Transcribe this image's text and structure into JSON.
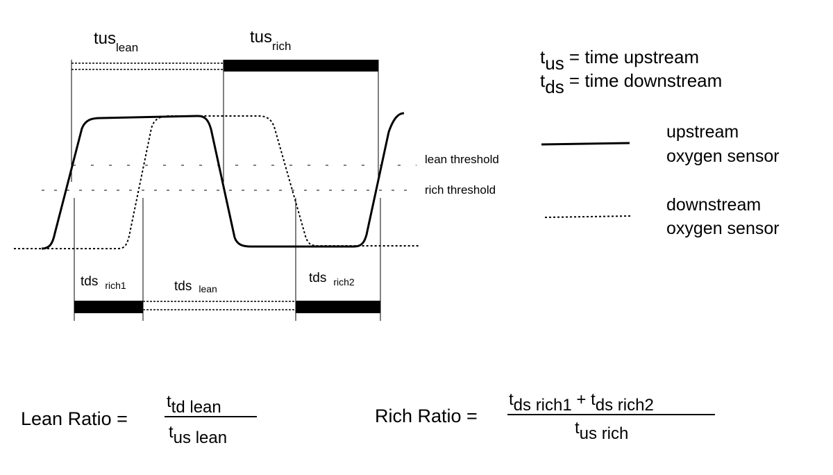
{
  "labels": {
    "tus_lean": {
      "main": "tus",
      "sub": "lean"
    },
    "tus_rich": {
      "main": "tus",
      "sub": "rich"
    },
    "tds_rich1": {
      "main": "tds",
      "sub": "rich1"
    },
    "tds_lean": {
      "main": "tds",
      "sub": "lean"
    },
    "tds_rich2": {
      "main": "tds",
      "sub": "rich2"
    }
  },
  "thresholds": {
    "lean": "lean threshold",
    "rich": "rich threshold"
  },
  "definitions": {
    "tus": {
      "main": "t",
      "sub": "us",
      "text": " = time upstream"
    },
    "tds": {
      "main": "t",
      "sub": "ds",
      "text": " = time downstream"
    }
  },
  "legend": {
    "upstream_line1": "upstream",
    "upstream_line2": "oxygen sensor",
    "downstream_line1": "downstream",
    "downstream_line2": "oxygen sensor"
  },
  "formulas": {
    "lean": {
      "label": "Lean Ratio =",
      "num_t": "t",
      "num_sub": "td lean",
      "den_t": "t",
      "den_sub": "us lean"
    },
    "rich": {
      "label": "Rich Ratio =",
      "num_t1": "t",
      "num_sub1": "ds rich1",
      "num_plus": " + ",
      "num_t2": "t",
      "num_sub2": "ds rich2",
      "den_t": "t",
      "den_sub": "us rich"
    }
  }
}
